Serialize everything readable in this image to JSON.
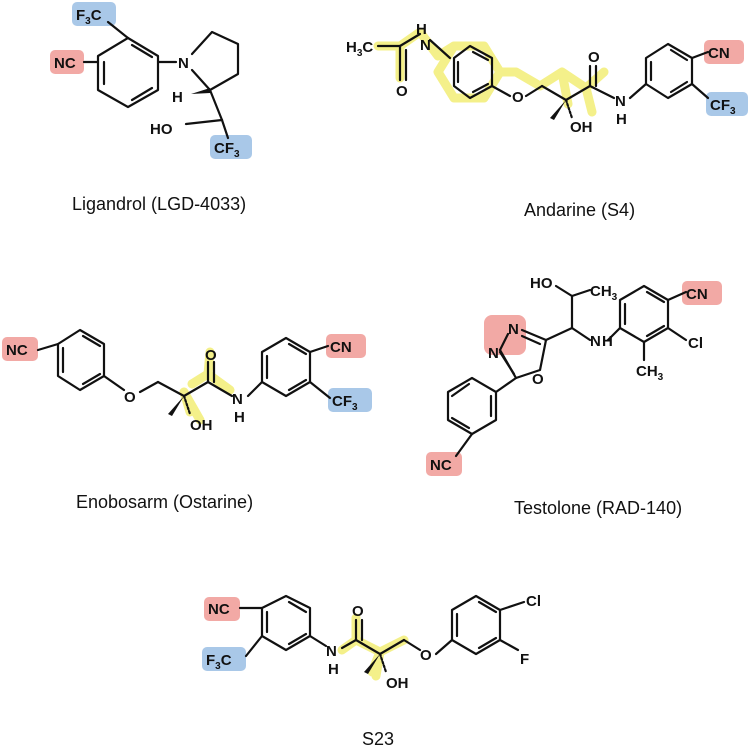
{
  "colors": {
    "highlight_yellow": "#f4f08a",
    "highlight_red": "#f2a9a5",
    "highlight_blue": "#a9c8e8",
    "bond": "#111111",
    "background": "#ffffff"
  },
  "molecules": {
    "ligandrol": {
      "caption": "Ligandrol (LGD-4033)",
      "labels": {
        "f3c": "F3C",
        "nc": "NC",
        "n": "N",
        "h": "H",
        "ho": "HO",
        "cf3": "CF3"
      }
    },
    "andarine": {
      "caption": "Andarine (S4)",
      "labels": {
        "h3c": "H3C",
        "hn": "H",
        "n1": "N",
        "o1": "O",
        "o2": "O",
        "o3": "O",
        "n2": "N",
        "h2": "H",
        "oh": "OH",
        "cn": "CN",
        "cf3": "CF3"
      }
    },
    "enobosarm": {
      "caption": "Enobosarm (Ostarine)",
      "labels": {
        "nc": "NC",
        "o1": "O",
        "o2": "O",
        "n": "N",
        "h": "H",
        "oh": "OH",
        "cn": "CN",
        "cf3": "CF3"
      }
    },
    "testolone": {
      "caption": "Testolone (RAD-140)",
      "labels": {
        "ho": "HO",
        "ch3": "CH3",
        "cn": "CN",
        "cl": "Cl",
        "ch3b": "CH3",
        "nh": "N",
        "h": "H",
        "n1": "N",
        "n2": "N",
        "o": "O",
        "nc": "NC"
      }
    },
    "s23": {
      "caption": "S23",
      "labels": {
        "nc": "NC",
        "f3c": "F3C",
        "o1": "O",
        "o2": "O",
        "n": "N",
        "h": "H",
        "oh": "OH",
        "cl": "Cl",
        "f": "F"
      }
    }
  }
}
